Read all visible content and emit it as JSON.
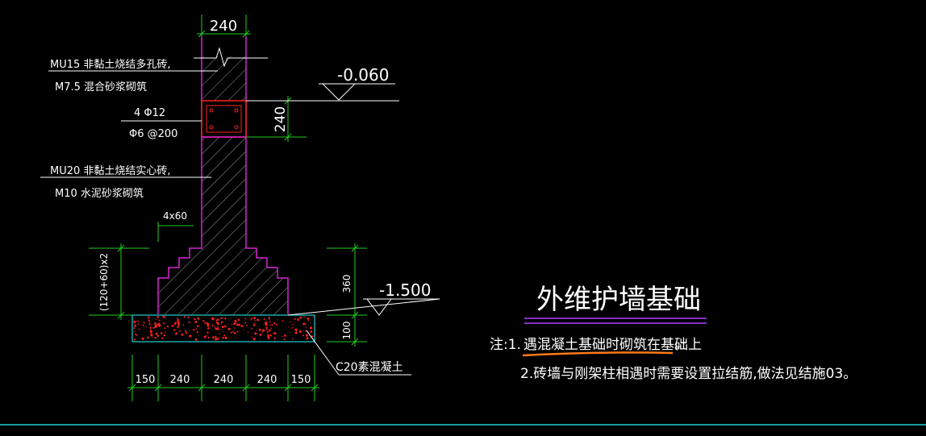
{
  "colors": {
    "background": "#000000",
    "outline": "#d426d4",
    "dimension": "#22cc22",
    "leader": "#ffffff",
    "text": "#ffffff",
    "concrete_speckle": "#ff2020",
    "tie_beam": "#ff2020",
    "title_underline": "#b040ff",
    "highlight_underline": "#ff7a1a",
    "bottom_line": "#20d0d0"
  },
  "drawing": {
    "top_width_dim": "240",
    "beam_height_dim": "240",
    "level_top": "-0.060",
    "level_bottom": "-1.500",
    "step_dim": "4x60",
    "footing_height_dim": "(120+60)x2",
    "footing_right_dim": "360",
    "pad_dim": "100",
    "bottom_dims": [
      "150",
      "240",
      "240",
      "240",
      "150"
    ],
    "label_mu15": "MU15 非黏土烧结多孔砖,",
    "label_m75": "M7.5 混合砂浆砌筑",
    "label_rebar_main": "4 Φ12",
    "label_rebar_stirrup": "Φ6 @200",
    "label_mu20": "MU20 非黏土烧结实心砖,",
    "label_m10": "M10 水泥砂浆砌筑",
    "label_c20": "C20素混凝土"
  },
  "notes": {
    "title": "外维护墙基础",
    "note_prefix": "注:1.",
    "note1_body": "遇混凝土基础时砌筑在基础上",
    "note1_end": "。",
    "note2": "2.砖墙与刚架柱相遇时需要设置拉结筋,做法见结施03。"
  }
}
